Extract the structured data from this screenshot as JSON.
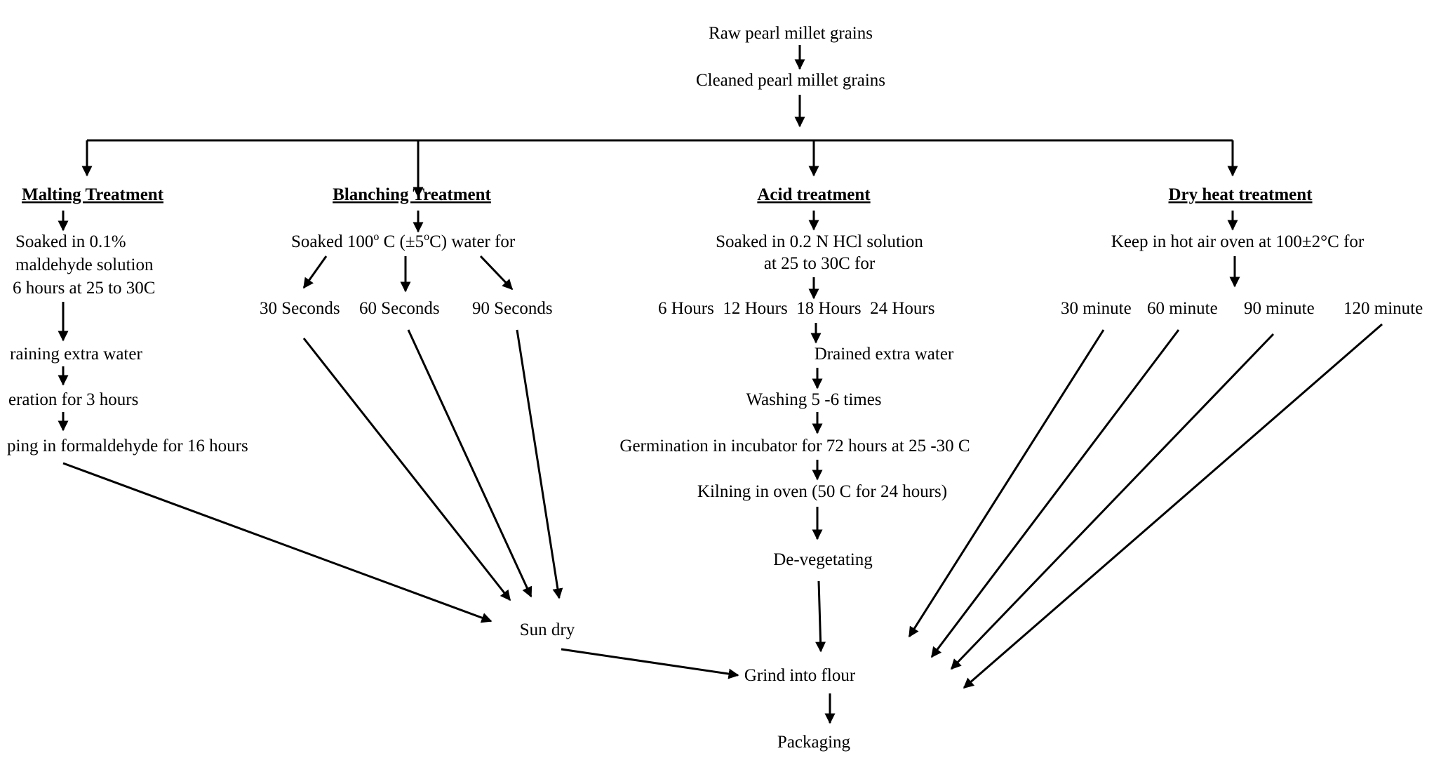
{
  "top": {
    "raw": "Raw pearl millet grains",
    "cleaned": "Cleaned pearl millet grains"
  },
  "malting": {
    "title": "Malting Treatment",
    "soak1": "Soaked in 0.1%",
    "soak2": "maldehyde solution",
    "soak3": "6 hours at 25 to 30C",
    "drain": "raining extra water",
    "aeration": "eration for 3 hours",
    "steep": "ping in formaldehyde for 16 hours"
  },
  "blanching": {
    "title": "Blanching Treatment",
    "soak_pre": "Soaked 100",
    "soak_sup1": "o",
    "soak_mid": " C (±5",
    "soak_sup2": "o",
    "soak_post": "C) water for",
    "t30": "30 Seconds",
    "t60": "60 Seconds",
    "t90": "90 Seconds"
  },
  "acid": {
    "title": "Acid treatment",
    "soak1": "Soaked in 0.2 N HCl solution",
    "soak2": "at 25 to 30C for",
    "hours": "6 Hours  12 Hours  18 Hours  24 Hours",
    "drained": "Drained extra water",
    "washing": "Washing 5 -6 times",
    "germination": "Germination in incubator for 72 hours at 25 -30 C",
    "kilning": "Kilning in oven (50 C for 24 hours)",
    "devegetating": "De-vegetating"
  },
  "dryheat": {
    "title": "Dry heat treatment",
    "keep": "Keep in hot air oven at 100±2°C for",
    "m30": "30 minute",
    "m60": "60 minute",
    "m90": "90 minute",
    "m120": "120 minute"
  },
  "end": {
    "sundry": "Sun dry",
    "grind": "Grind into flour",
    "packaging": "Packaging"
  }
}
